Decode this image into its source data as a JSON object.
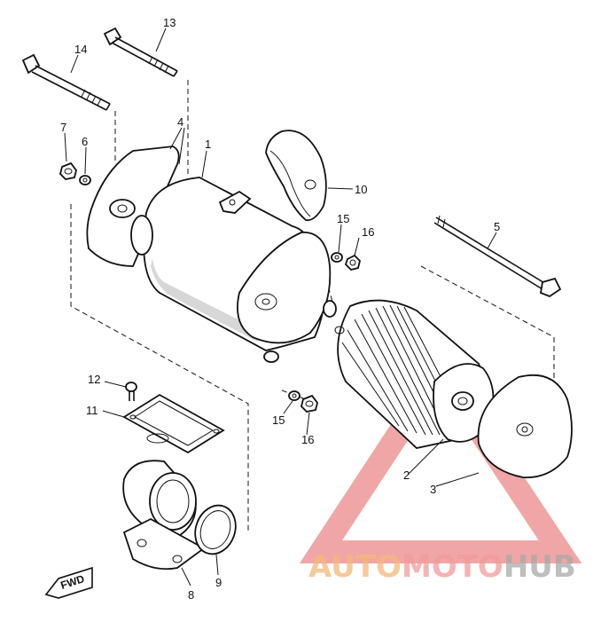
{
  "callouts": [
    {
      "id": "1",
      "label": "1"
    },
    {
      "id": "2",
      "label": "2"
    },
    {
      "id": "3",
      "label": "3"
    },
    {
      "id": "4",
      "label": "4"
    },
    {
      "id": "5",
      "label": "5"
    },
    {
      "id": "6",
      "label": "6"
    },
    {
      "id": "7",
      "label": "7"
    },
    {
      "id": "8",
      "label": "8"
    },
    {
      "id": "9",
      "label": "9"
    },
    {
      "id": "10",
      "label": "10"
    },
    {
      "id": "11",
      "label": "11"
    },
    {
      "id": "12",
      "label": "12"
    },
    {
      "id": "13",
      "label": "13"
    },
    {
      "id": "14",
      "label": "14"
    },
    {
      "id": "15a",
      "label": "15"
    },
    {
      "id": "16a",
      "label": "16"
    },
    {
      "id": "15b",
      "label": "15"
    },
    {
      "id": "16b",
      "label": "16"
    }
  ],
  "fwd_marker": "FWD",
  "watermark": {
    "part1": "AUTO",
    "part2": "MOTO",
    "part3": "HUB",
    "color_primary": "#f39a9a",
    "color_secondary": "#f4b87a",
    "color_tertiary": "#a9a9a9"
  }
}
